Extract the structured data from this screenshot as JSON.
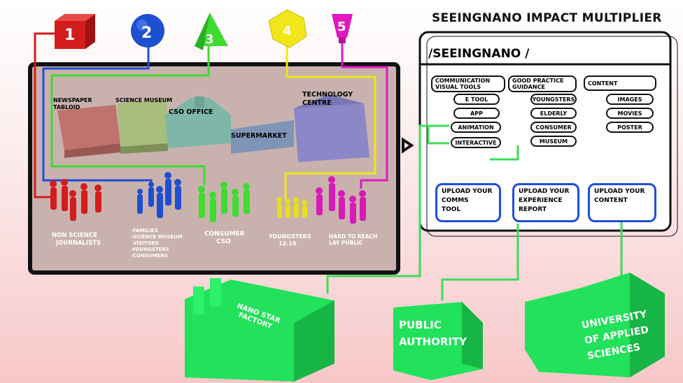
{
  "panel_title": "SEEINGNANO IMPACT MULTIPLIER",
  "panel_subtitle": "/SEEINGNANO /",
  "markers": [
    {
      "label": "1",
      "color": "#d31c1c"
    },
    {
      "label": "2",
      "color": "#1e4fd0"
    },
    {
      "label": "3",
      "color": "#3ddc2f"
    },
    {
      "label": "4",
      "color": "#f0e61a"
    },
    {
      "label": "5",
      "color": "#e018c0"
    }
  ],
  "buildings": {
    "newspaper": [
      "NEWSPAPER",
      "TABLOID"
    ],
    "museum": "SCIENCE MUSEUM",
    "cso": "CSO OFFICE",
    "supermarket": "SUPERMARKET",
    "tech": [
      "TECHNOLOGY",
      "CENTRE"
    ]
  },
  "audiences": {
    "journalists": [
      "NON SCIENCE",
      "JOURNALISTS"
    ],
    "families": [
      "-FAMILIES",
      "-SCIENCE MUSEUM",
      "VISITORS",
      "-YOUNGSTERS",
      "-CONSUMERS"
    ],
    "consumer": [
      "CONSUMER",
      "CSO"
    ],
    "youngsters": [
      "YOUNGSTERS",
      "12-16"
    ],
    "lay": [
      "HARD TO REACH",
      "LAY PUBLIC"
    ]
  },
  "tools": {
    "comm_header": "COMMUNICATION VISUAL TOOLS",
    "comm_items": [
      "E TOOL",
      "APP",
      "ANIMATION",
      "INTERACTIVE"
    ],
    "guide_header": "GOOD PRACTICE GUIDANCE",
    "guide_items": [
      "YOUNGSTERS",
      "ELDERLY",
      "CONSUMER",
      "MUSEUM"
    ],
    "content_header": "CONTENT",
    "content_items": [
      "IMAGES",
      "MOVIES",
      "POSTER"
    ]
  },
  "uploads": [
    [
      "UPLOAD YOUR",
      "COMMS",
      "TOOL"
    ],
    [
      "UPLOAD YOUR",
      "EXPERIENCE",
      "REPORT"
    ],
    [
      "UPLOAD YOUR",
      "CONTENT"
    ]
  ],
  "partners": {
    "factory": [
      "NANO STAR",
      "FACTORY"
    ],
    "authority": [
      "PUBLIC",
      "AUTHORITY"
    ],
    "university": [
      "UNIVERSITY",
      "OF APPLIED",
      "SCIENCES"
    ]
  },
  "colors": {
    "line_green": "#3ddc5a",
    "partner_green": "#22e15a",
    "upload_blue": "#1f4fd6",
    "scene_bg": "#c9b2ae"
  }
}
